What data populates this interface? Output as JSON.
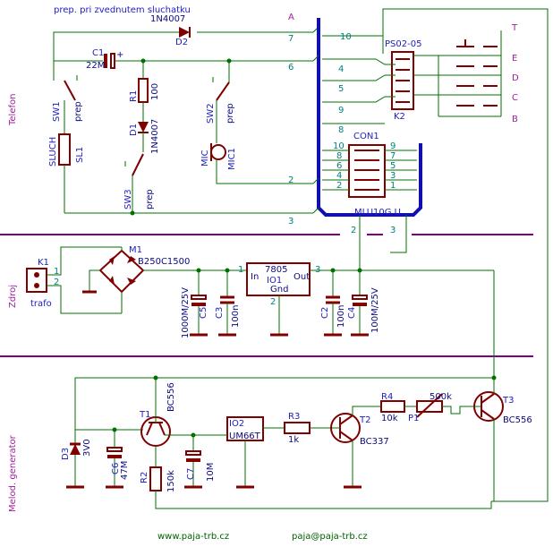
{
  "title": "prep. pri zvednutem sluchatku",
  "section_labels": {
    "telefon": "Telefon",
    "zdroj": "Zdroj",
    "melod": "Melod. generator"
  },
  "line_labels": {
    "T": "T",
    "E": "E",
    "D": "D",
    "C": "C",
    "B": "B",
    "A": "A"
  },
  "components": {
    "D2": "D2",
    "D2v": "1N4007",
    "C1": "C1",
    "C1v": "22M",
    "R1": "R1",
    "R1v": "100",
    "D1": "D1",
    "D1v": "1N4007",
    "SW1": "SW1",
    "SW2": "SW2",
    "SW3": "SW3",
    "prep": "prep",
    "SLUCH": "SLUCH",
    "SL1": "SL1",
    "MIC": "MIC",
    "MIC1": "MIC1",
    "PS": "PS02-05",
    "K2": "K2",
    "CON1": "CON1",
    "MLU": "MLU10G U",
    "K1": "K1",
    "trafo": "trafo",
    "M1": "M1",
    "M1v": "B250C1500",
    "reg": "7805",
    "IO1": "IO1",
    "In": "In",
    "Out": "Out",
    "Gnd": "Gnd",
    "C5": "C5",
    "C5v": "1000M/25V",
    "C3": "C3",
    "C3v": "100n",
    "C2": "C2",
    "C2v": "100n",
    "C4": "C4",
    "C4v": "100M/25V",
    "D3": "D3",
    "D3v": "3V0",
    "C6": "C6",
    "C6v": "47M",
    "T1": "T1",
    "T1v": "BC556",
    "R2": "R2",
    "R2v": "150k",
    "C7": "C7",
    "C7v": "10M",
    "IO2": "IO2",
    "IO2v": "UM66T",
    "R3": "R3",
    "R3v": "1k",
    "T2": "T2",
    "T2v": "BC337",
    "R4": "R4",
    "R4v": "10k",
    "P1": "P1",
    "P1v": "500k",
    "T3": "T3",
    "T3v": "BC556"
  },
  "pins": {
    "n10": "10",
    "n7": "7",
    "n6": "6",
    "n4": "4",
    "n5": "5",
    "n9": "9",
    "n8": "8",
    "n2": "2",
    "n3": "3",
    "n1": "1",
    "con_left": [
      "10",
      "8",
      "6",
      "4",
      "2"
    ],
    "con_right": [
      "9",
      "7",
      "5",
      "3",
      "1"
    ]
  },
  "footer": {
    "web": "www.paja-trb.cz",
    "email": "paja@paja-trb.cz"
  },
  "colors": {
    "wire": "#007000",
    "component": "#800000",
    "label": "#0a0a80",
    "section": "#800080",
    "bus": "#1010b0"
  }
}
